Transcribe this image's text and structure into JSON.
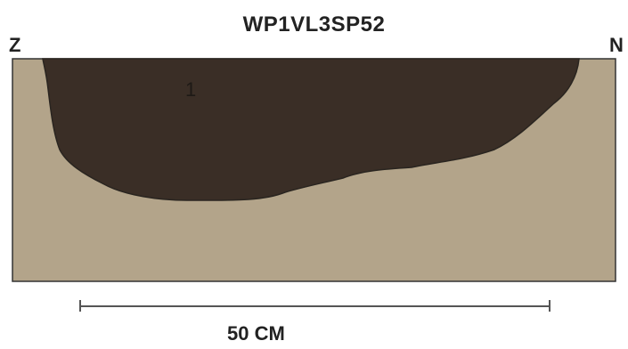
{
  "section": {
    "title": "WP1VL3SP52",
    "orientation": {
      "left": "Z",
      "right": "N"
    },
    "fill_colors": {
      "natural_soil": "#b3a48a",
      "feature_fill": "#3a2e26",
      "border": "#333333"
    },
    "layers": [
      {
        "label": "1"
      }
    ]
  },
  "scale": {
    "label": "50 CM"
  }
}
